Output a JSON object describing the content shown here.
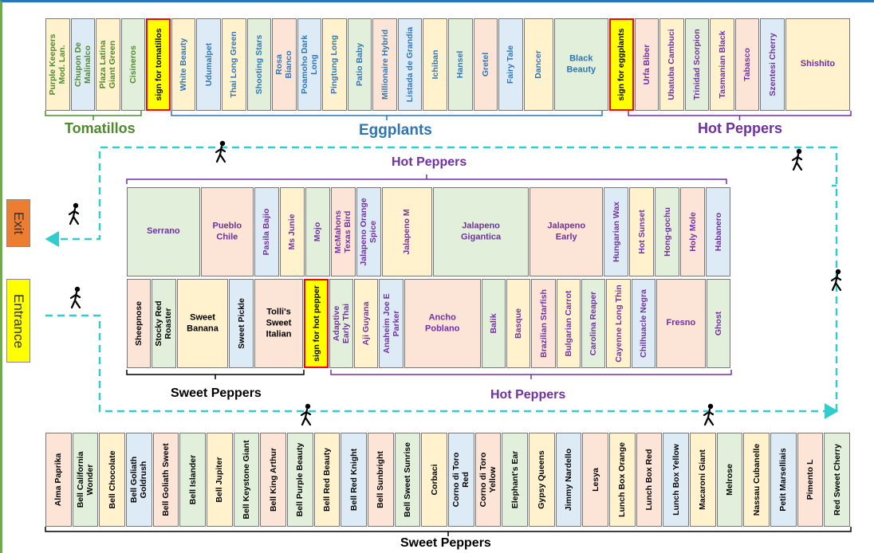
{
  "colors": {
    "green": "#e2efda",
    "blue": "#ddebf7",
    "yellow": "#fff2cc",
    "pink": "#fce4d6",
    "sign": "#ffff00",
    "tomatillo_text": "#4f8a2e",
    "eggplant_text": "#2e75b6",
    "hot_text": "#7030a0",
    "sweet_text": "#000000",
    "path": "#33cccc",
    "exit_box": "#ed7d31",
    "entrance_box": "#ffff00"
  },
  "labels": {
    "tomatillos": "Tomatillos",
    "eggplants": "Eggplants",
    "hot_top": "Hot Peppers",
    "hot_mid_upper": "Hot Peppers",
    "hot_mid_lower": "Hot Peppers",
    "sweet_mid": "Sweet Peppers",
    "sweet_bottom": "Sweet Peppers",
    "exit": "Exit",
    "entrance": "Entrance"
  },
  "icons": {
    "walker": "person-walking-icon"
  },
  "top_row": [
    {
      "name": "Purple Keepers\nMod. Lan.",
      "color": "yellow",
      "text": "tomatillo_text"
    },
    {
      "name": "Chupon De\nMalinalco",
      "color": "blue",
      "text": "tomatillo_text"
    },
    {
      "name": "Plaza Latina\nGiant Green",
      "color": "yellow",
      "text": "tomatillo_text"
    },
    {
      "name": "Cisineros",
      "color": "green",
      "text": "tomatillo_text"
    },
    {
      "name": "sign for tomatillos",
      "color": "sign",
      "text": "sweet_text"
    },
    {
      "name": "White Beauty",
      "color": "yellow",
      "text": "eggplant_text"
    },
    {
      "name": "Udumalpet",
      "color": "blue",
      "text": "eggplant_text"
    },
    {
      "name": "Thai Long Green",
      "color": "yellow",
      "text": "eggplant_text"
    },
    {
      "name": "Shooting Stars",
      "color": "green",
      "text": "eggplant_text"
    },
    {
      "name": "Rosa\nBianco",
      "color": "pink",
      "text": "eggplant_text"
    },
    {
      "name": "Poamoho Dark\nLong",
      "color": "blue",
      "text": "eggplant_text"
    },
    {
      "name": "Pingtung Long",
      "color": "yellow",
      "text": "eggplant_text"
    },
    {
      "name": "Patio Baby",
      "color": "green",
      "text": "eggplant_text"
    },
    {
      "name": "Millionaire Hybrid",
      "color": "pink",
      "text": "eggplant_text"
    },
    {
      "name": "Listada de Grandia",
      "color": "blue",
      "text": "eggplant_text"
    },
    {
      "name": "Ichiban",
      "color": "yellow",
      "text": "eggplant_text"
    },
    {
      "name": "Hansel",
      "color": "green",
      "text": "eggplant_text"
    },
    {
      "name": "Gretel",
      "color": "pink",
      "text": "eggplant_text"
    },
    {
      "name": "Fairy Tale",
      "color": "blue",
      "text": "eggplant_text"
    },
    {
      "name": "Dancer",
      "color": "yellow",
      "text": "eggplant_text"
    },
    {
      "name": "Black\nBeauty",
      "color": "green",
      "text": "eggplant_text",
      "horizontal": true
    },
    {
      "name": "sign for eggplants",
      "color": "sign",
      "text": "sweet_text"
    },
    {
      "name": "Urfa Biber",
      "color": "pink",
      "text": "hot_text"
    },
    {
      "name": "Ubatuba Cambuci",
      "color": "yellow",
      "text": "hot_text"
    },
    {
      "name": "Trinidad Scorpion",
      "color": "green",
      "text": "hot_text"
    },
    {
      "name": "Tasmanian Black",
      "color": "yellow",
      "text": "hot_text"
    },
    {
      "name": "Tabasco",
      "color": "pink",
      "text": "hot_text"
    },
    {
      "name": "Szentesi Cherry",
      "color": "blue",
      "text": "hot_text"
    },
    {
      "name": "Shishito",
      "color": "yellow",
      "text": "hot_text",
      "horizontal": true
    }
  ],
  "mid_upper": [
    {
      "name": "Serrano",
      "color": "green",
      "text": "hot_text",
      "horizontal": true
    },
    {
      "name": "Pueblo\nChile",
      "color": "pink",
      "text": "hot_text",
      "horizontal": true
    },
    {
      "name": "Pasila Bajio",
      "color": "blue",
      "text": "hot_text"
    },
    {
      "name": "Ms Junie",
      "color": "yellow",
      "text": "hot_text"
    },
    {
      "name": "Mojo",
      "color": "green",
      "text": "hot_text"
    },
    {
      "name": "McMahons\nTexas Bird",
      "color": "pink",
      "text": "hot_text"
    },
    {
      "name": "Jalapeno Orange\nSpice",
      "color": "blue",
      "text": "hot_text"
    },
    {
      "name": "Jalapeno M",
      "color": "yellow",
      "text": "hot_text"
    },
    {
      "name": "Jalapeno\nGigantica",
      "color": "green",
      "text": "hot_text",
      "horizontal": true
    },
    {
      "name": "Jalapeno\nEarly",
      "color": "pink",
      "text": "hot_text",
      "horizontal": true
    },
    {
      "name": "Hungarian Wax",
      "color": "blue",
      "text": "hot_text"
    },
    {
      "name": "Hot Sunset",
      "color": "yellow",
      "text": "hot_text"
    },
    {
      "name": "Hong-gochu",
      "color": "green",
      "text": "hot_text"
    },
    {
      "name": "Holy Mole",
      "color": "pink",
      "text": "hot_text"
    },
    {
      "name": "Habanero",
      "color": "blue",
      "text": "hot_text"
    }
  ],
  "mid_lower": [
    {
      "name": "Sheepnose",
      "color": "pink",
      "text": "sweet_text"
    },
    {
      "name": "Stocky Red\nRoaster",
      "color": "green",
      "text": "sweet_text"
    },
    {
      "name": "Sweet\nBanana",
      "color": "yellow",
      "text": "sweet_text",
      "horizontal": true
    },
    {
      "name": "Sweet Pickle",
      "color": "blue",
      "text": "sweet_text"
    },
    {
      "name": "Tolli's\nSweet\nItalian",
      "color": "pink",
      "text": "sweet_text",
      "horizontal": true
    },
    {
      "name": "sign for hot pepper",
      "color": "sign",
      "text": "sweet_text"
    },
    {
      "name": "Adaptive\nEarly Thai",
      "color": "green",
      "text": "hot_text"
    },
    {
      "name": "Aji Guyana",
      "color": "yellow",
      "text": "hot_text"
    },
    {
      "name": "Anaheim Joe E\nParker",
      "color": "blue",
      "text": "hot_text"
    },
    {
      "name": "Ancho\nPoblano",
      "color": "pink",
      "text": "hot_text",
      "horizontal": true
    },
    {
      "name": "Balik",
      "color": "green",
      "text": "hot_text"
    },
    {
      "name": "Basque",
      "color": "yellow",
      "text": "hot_text"
    },
    {
      "name": "Brazilian Starfish",
      "color": "pink",
      "text": "hot_text"
    },
    {
      "name": "Bulgarian Carrot",
      "color": "yellow",
      "text": "hot_text"
    },
    {
      "name": "Carolina Reaper",
      "color": "green",
      "text": "hot_text"
    },
    {
      "name": "Cayenne Long Thin",
      "color": "yellow",
      "text": "hot_text"
    },
    {
      "name": "Chilhuacle Negra",
      "color": "blue",
      "text": "hot_text"
    },
    {
      "name": "Fresno",
      "color": "pink",
      "text": "hot_text",
      "horizontal": true
    },
    {
      "name": "Ghost",
      "color": "green",
      "text": "hot_text"
    }
  ],
  "bottom_row": [
    {
      "name": "Alma Paprika",
      "color": "pink"
    },
    {
      "name": "Bell California\nWonder",
      "color": "green"
    },
    {
      "name": "Bell Chocolate",
      "color": "yellow"
    },
    {
      "name": "Bell Goliath\nGoldrush",
      "color": "blue"
    },
    {
      "name": "Bell Goliath Sweet",
      "color": "pink"
    },
    {
      "name": "Bell Islander",
      "color": "green"
    },
    {
      "name": "Bell Jupiter",
      "color": "yellow"
    },
    {
      "name": "Bell Keystone Giant",
      "color": "green"
    },
    {
      "name": "Bell King Arthur",
      "color": "pink"
    },
    {
      "name": "Bell Purple Beauty",
      "color": "green"
    },
    {
      "name": "Bell Red Beauty",
      "color": "yellow"
    },
    {
      "name": "Bell Red Knight",
      "color": "blue"
    },
    {
      "name": "Bell Sunbright",
      "color": "pink"
    },
    {
      "name": "Bell Sweet Sunrise",
      "color": "green"
    },
    {
      "name": "Corbaci",
      "color": "yellow"
    },
    {
      "name": "Corno di Toro\nRed",
      "color": "blue"
    },
    {
      "name": "Corno di Toro\nYellow",
      "color": "pink"
    },
    {
      "name": "Elephant's Ear",
      "color": "green"
    },
    {
      "name": "Gypsy Queens",
      "color": "yellow"
    },
    {
      "name": "Jimmy Nardello",
      "color": "blue"
    },
    {
      "name": "Lesya",
      "color": "pink"
    },
    {
      "name": "Lunch Box Orange",
      "color": "yellow"
    },
    {
      "name": "Lunch Box Red",
      "color": "pink"
    },
    {
      "name": "Lunch Box Yellow",
      "color": "blue"
    },
    {
      "name": "Macaroni Giant",
      "color": "yellow"
    },
    {
      "name": "Melrose",
      "color": "green"
    },
    {
      "name": "Nassau Cubanelle",
      "color": "yellow"
    },
    {
      "name": "Petit Marselliais",
      "color": "blue"
    },
    {
      "name": "Pimento L",
      "color": "pink"
    },
    {
      "name": "Red Sweet Cherry",
      "color": "green"
    }
  ]
}
